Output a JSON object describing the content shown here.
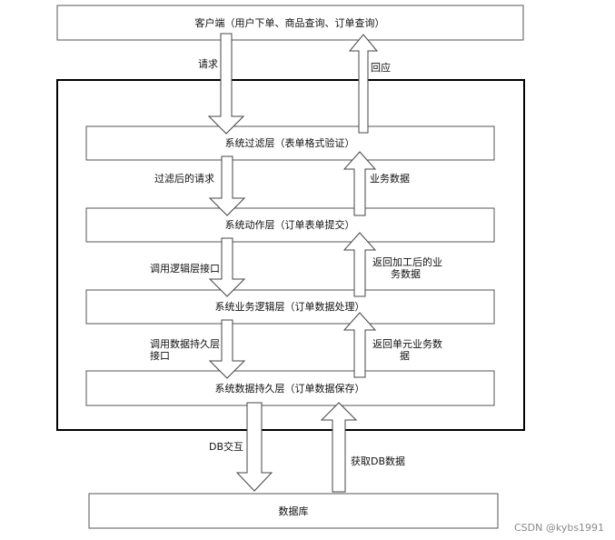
{
  "boxes": {
    "client": "客户端（用户下单、商品查询、订单查询）",
    "filter_layer": "系统过滤层（表单格式验证）",
    "action_layer": "系统动作层（订单表单提交）",
    "logic_layer": "系统业务逻辑层（订单数据处理）",
    "persist_layer": "系统数据持久层（订单数据保存）",
    "database": "数据库"
  },
  "arrows": {
    "request": "请求",
    "response": "回应",
    "filtered_request": "过滤后的请求",
    "business_data": "业务数据",
    "call_logic_api_line1": "调用逻辑层接口",
    "return_processed_line1": "返回加工后的业",
    "return_processed_line2": "务数据",
    "call_persist_api_line1": "调用数据持久层",
    "call_persist_api_line2": "接口",
    "return_unit_line1": "返回单元业务数",
    "return_unit_line2": "据",
    "db_interaction": "DB交互",
    "get_db_data": "获取DB数据"
  },
  "watermark": "CSDN @kybs1991"
}
